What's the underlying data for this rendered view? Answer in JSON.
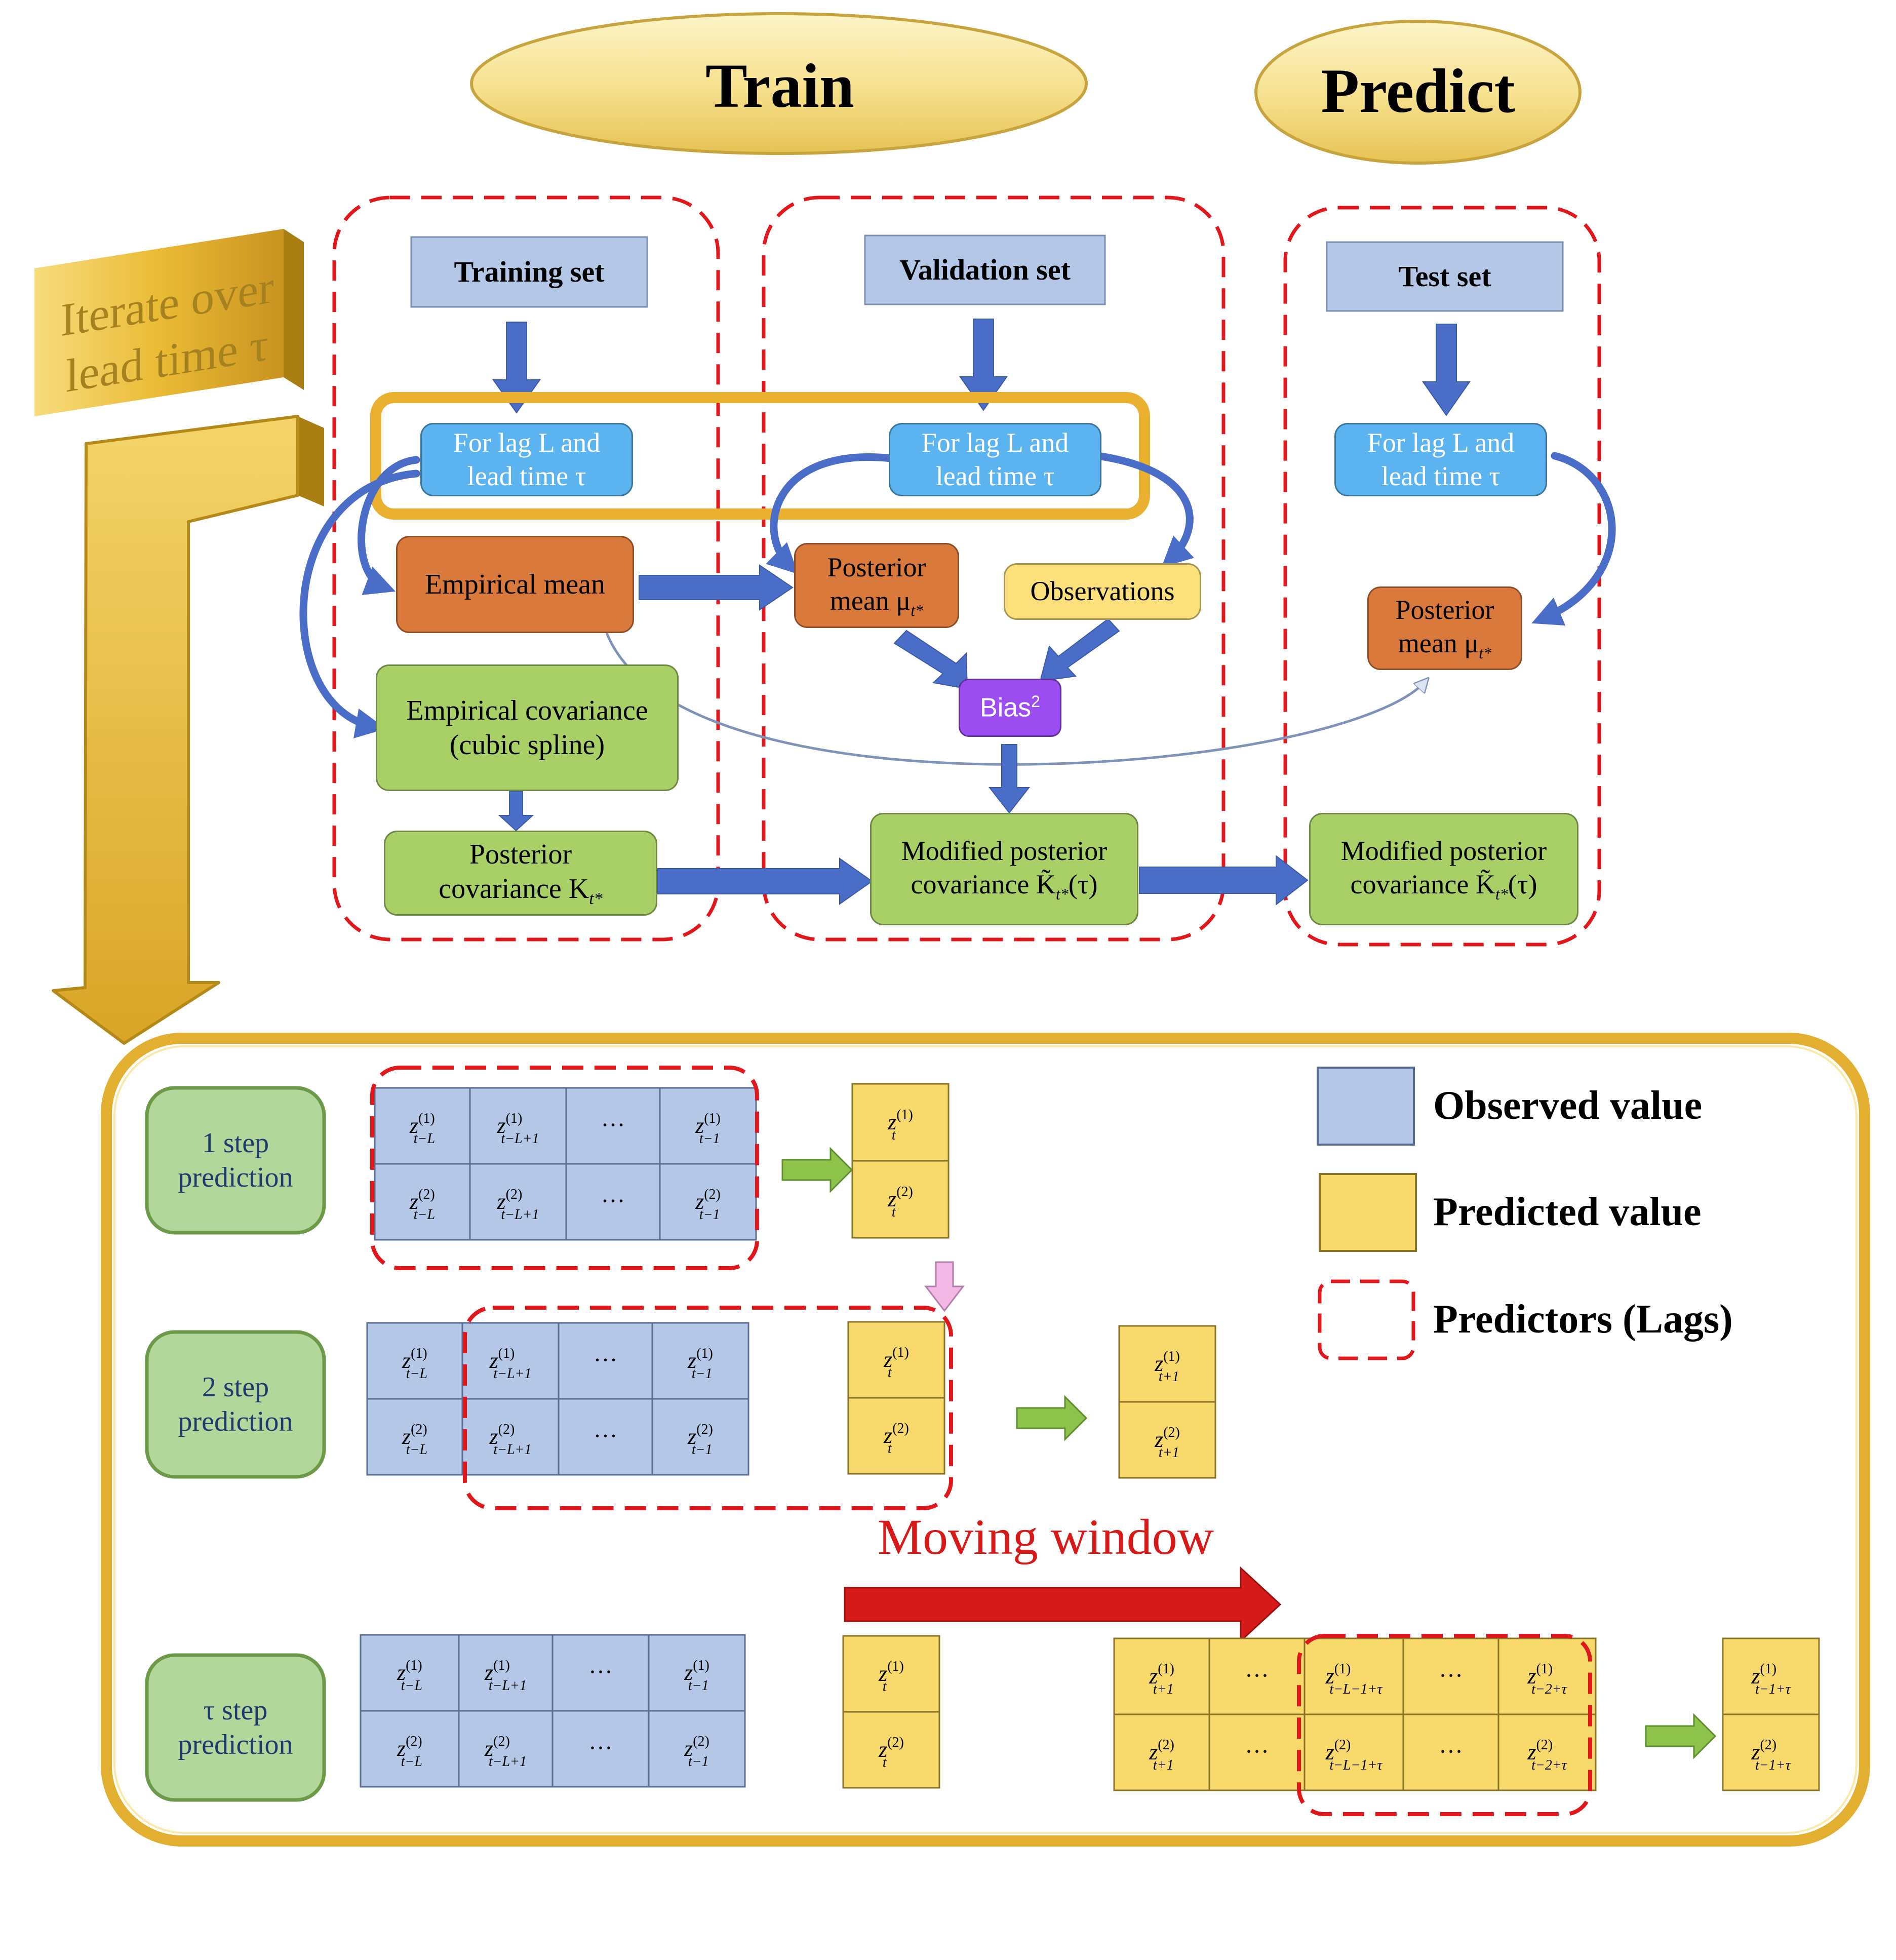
{
  "headers": {
    "train": "Train",
    "predict": "Predict"
  },
  "iterate": {
    "line1": "Iterate over",
    "line2": "lead time τ"
  },
  "train_panel": {
    "set": "Training set",
    "lag_line1": "For lag L and",
    "lag_line2": "lead time τ",
    "empirical_mean": "Empirical mean",
    "emp_cov_line1": "Empirical covariance",
    "emp_cov_line2": "(cubic spline)",
    "post_cov_line1": "Posterior",
    "post_cov_line2": "covariance K",
    "post_cov_sub": "t*"
  },
  "validation_panel": {
    "set": "Validation set",
    "lag_line1": "For lag L and",
    "lag_line2": "lead time τ",
    "post_mean_line1": "Posterior",
    "post_mean_line2": "mean μ",
    "post_mean_sub": "t*",
    "observations": "Observations",
    "bias": "Bias",
    "bias_sup": "2",
    "mod_cov_line1": "Modified posterior",
    "mod_cov_line2": "covariance K̃",
    "mod_cov_sub": "t*",
    "mod_cov_arg": "(τ)"
  },
  "test_panel": {
    "set": "Test set",
    "lag_line1": "For lag L and",
    "lag_line2": "lead time τ",
    "post_mean_line1": "Posterior",
    "post_mean_line2": "mean μ",
    "post_mean_sub": "t*",
    "mod_cov_line1": "Modified posterior",
    "mod_cov_line2": "covariance K̃",
    "mod_cov_sub": "t*",
    "mod_cov_arg": "(τ)"
  },
  "steps": {
    "s1_line1": "1 step",
    "s1_line2": "prediction",
    "s2_line1": "2 step",
    "s2_line2": "prediction",
    "s3_line1": "τ step",
    "s3_line2": "prediction"
  },
  "legend": {
    "observed": "Observed value",
    "predicted": "Predicted value",
    "predictors": "Predictors (Lags)"
  },
  "moving_window": "Moving window",
  "ellipsis": "···",
  "cells": {
    "t_L_1": "z(1) t−L",
    "t_L_2": "z(2) t−L",
    "t_L1_1": "z(1) t−L+1",
    "t_L1_2": "z(2) t−L+1",
    "t_m1_1": "z(1) t−1",
    "t_m1_2": "z(2) t−1",
    "t_1": "z(1) t",
    "t_2": "z(2) t",
    "tp1_1": "z(1) t+1",
    "tp1_2": "z(2) t+1",
    "tL1tau_1": "z(1) t−L−1+τ",
    "tL1tau_2": "z(2) t−L−1+τ",
    "t2tau_1": "z(1) t−2+τ",
    "t2tau_2": "z(2) t−2+τ",
    "t1tau_1": "z(1) t−1+τ",
    "t1tau_2": "z(2) t−1+τ"
  },
  "colors": {
    "observed": "#b4c7e7",
    "predicted": "#f7d96c",
    "lag": "#5bb4ef",
    "empirical": "#d9793b",
    "green": "#a9d066",
    "observations": "#fbe07b",
    "bias": "#9c4df0",
    "dash": "#e0181c",
    "arrow": "#4a6ec8",
    "gold": "#e9b42c",
    "header": "#f8e597",
    "step": "#b3d69a",
    "moving": "#d61a1a",
    "step_text": "#1f3b6e"
  }
}
